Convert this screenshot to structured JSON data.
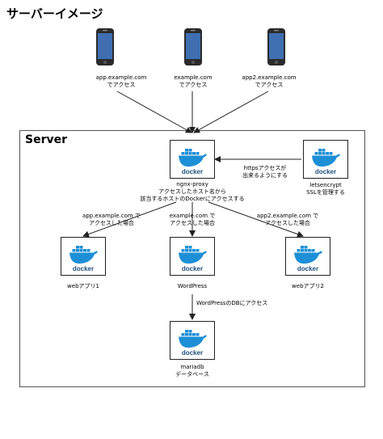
{
  "diagram": {
    "title": "サーバーイメージ",
    "server_label": "Server",
    "clients": [
      {
        "line1": "app.example.com",
        "line2": "でアクセス"
      },
      {
        "line1": "example.com",
        "line2": "でアクセス"
      },
      {
        "line1": "app2.example.com",
        "line2": "でアクセス"
      }
    ],
    "nodes": {
      "proxy": {
        "line1": "ngnx-proxy",
        "line2": "アクセスしたホスト名から",
        "line3": "該当するホストのDockerにアクセスする"
      },
      "letsencrypt": {
        "line1": "letsencrypt",
        "line2": "SSLを管理する"
      },
      "webapp1": {
        "line1": "webアプリ1"
      },
      "wordpress": {
        "line1": "WordPress"
      },
      "webapp2": {
        "line1": "webアプリ2"
      },
      "mariadb": {
        "line1": "mariadb",
        "line2": "データベース"
      }
    },
    "edges": {
      "https": {
        "line1": "httpsアクセスが",
        "line2": "出来るようにする"
      },
      "to_webapp1": {
        "line1": "app.example.com で",
        "line2": "アクセスした場合"
      },
      "to_wordpress": {
        "line1": "example.com で",
        "line2": "アクセスした場合"
      },
      "to_webapp2": {
        "line1": "app2.example.com で",
        "line2": "アクセスした場合"
      },
      "to_db": {
        "line1": "WordPressのDBにアクセス"
      }
    },
    "docker_logo_text": "docker",
    "colors": {
      "docker_blue": "#1d8fd6",
      "phone_body": "#2b2b2b",
      "phone_screen": "#3f6fb0",
      "line": "#222222"
    }
  }
}
